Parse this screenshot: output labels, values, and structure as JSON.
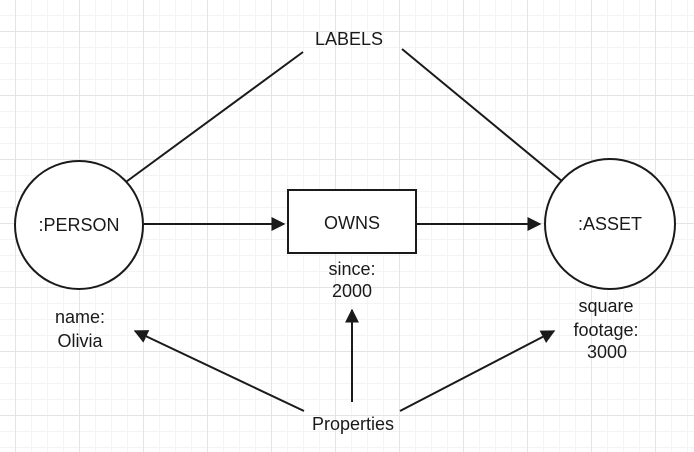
{
  "canvas": {
    "background_color": "#ffffff",
    "grid_minor_color": "#f4f4f4",
    "grid_major_color": "#e4e4e4",
    "stroke_color": "#1a1a1a",
    "text_color": "#1a1a1a"
  },
  "diagram": {
    "type": "property-graph-model",
    "labels_annotation": "LABELS",
    "properties_annotation": "Properties",
    "nodes": {
      "person": {
        "label": ":PERSON",
        "shape": "circle",
        "properties": {
          "line1": "name:",
          "line2": "Olivia"
        }
      },
      "asset": {
        "label": ":ASSET",
        "shape": "circle",
        "properties": {
          "line1": "square",
          "line2": "footage:",
          "line3": "3000"
        }
      }
    },
    "relationship": {
      "label": "OWNS",
      "shape": "rectangle",
      "properties": {
        "line1": "since:",
        "line2": "2000"
      }
    }
  }
}
